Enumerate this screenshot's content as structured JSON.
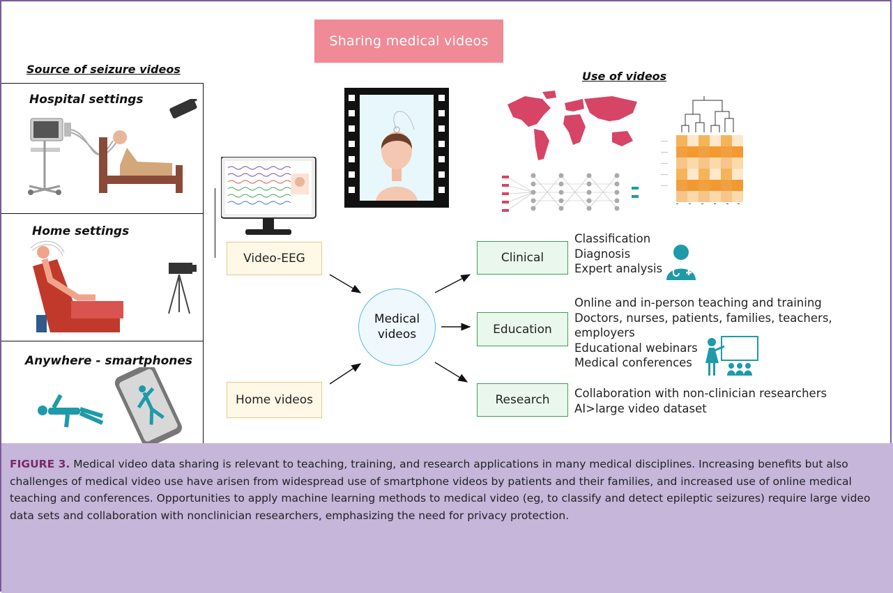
{
  "title": "Sharing medical videos",
  "sources": {
    "heading": "Source of seizure videos",
    "hospital": "Hospital settings",
    "home": "Home settings",
    "anywhere": "Anywhere - smartphones"
  },
  "inputs": {
    "video_eeg": "Video-EEG",
    "home_videos": "Home videos"
  },
  "center": {
    "line1": "Medical",
    "line2": "videos"
  },
  "uses": {
    "heading": "Use of videos",
    "clinical": {
      "label": "Clinical",
      "items": [
        "Classification",
        "Diagnosis",
        "Expert analysis"
      ]
    },
    "education": {
      "label": "Education",
      "items": [
        "Online and in-person teaching and training",
        "Doctors, nurses, patients, families, teachers, employers",
        "Educational webinars",
        "Medical conferences"
      ]
    },
    "research": {
      "label": "Research",
      "items": [
        "Collaboration with non-clinician researchers",
        "AI>large video dataset"
      ]
    }
  },
  "caption": {
    "label": "FIGURE 3.",
    "text": " Medical video data sharing is relevant to teaching, training, and research applications in many medical disciplines. Increasing benefits but also challenges of medical video use have arisen from widespread use of smartphone videos by patients and their families, and increased use of online medical teaching and conferences. Opportunities to apply machine learning methods to medical video (eg, to classify and detect epileptic seizures) require large video data sets and collaboration with nonclinician researchers, emphasizing the need for privacy protection."
  },
  "colors": {
    "title_bg": "#f08a96",
    "teal": "#1e9aa8",
    "map": "#d64566",
    "heat": "#f0a040",
    "caption_bg": "#c5b6da",
    "caption_label": "#7a2a6a"
  }
}
